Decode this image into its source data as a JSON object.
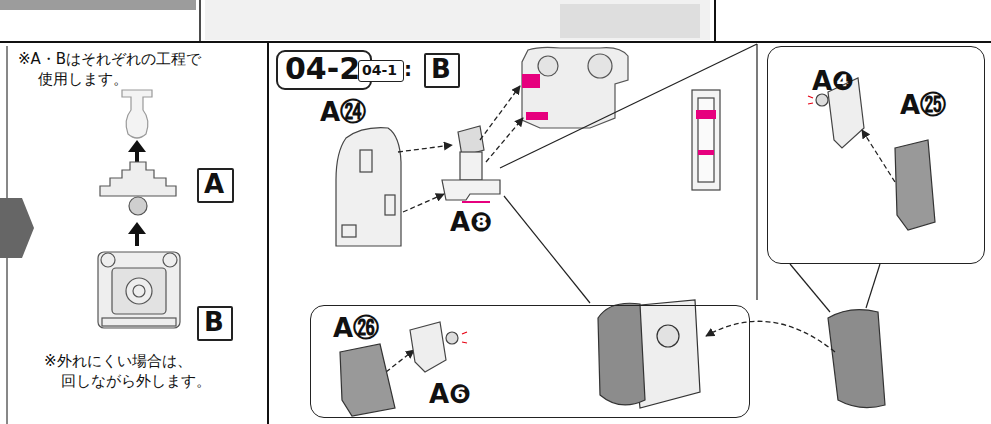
{
  "diagram": {
    "nodes": [
      {
        "text": [
          "A"
        ]
      },
      {
        "text": [
          "B"
        ]
      },
      {
        "text": [
          "04-2"
        ]
      },
      {
        "text": [
          "04-1"
        ]
      },
      {
        "text": [
          "B"
        ]
      },
      {
        "text": [
          "A❹",
          "A㉕"
        ]
      },
      {
        "text": [
          "A㉖",
          "A❻"
        ]
      }
    ],
    "labels": [
      "※A・Bはそれぞれの工程で 使用します。",
      "※外れにくい場合は、 回しながら外します。",
      ":",
      "A㉔",
      "A❽"
    ]
  }
}
